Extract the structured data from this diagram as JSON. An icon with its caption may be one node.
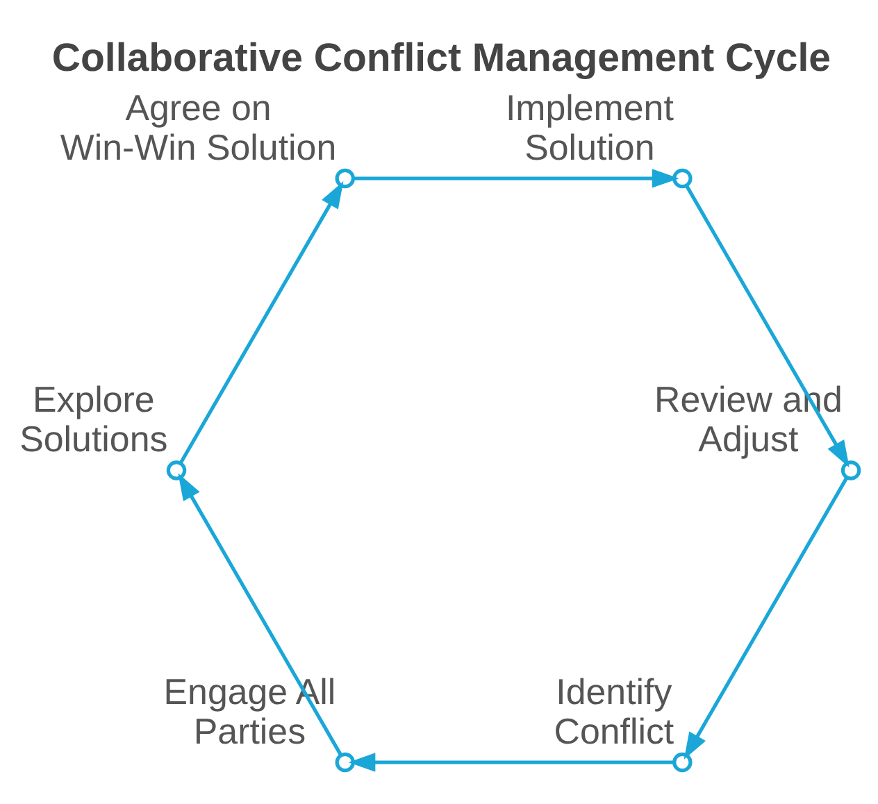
{
  "diagram": {
    "title": "Collaborative Conflict Management Cycle",
    "nodes": [
      {
        "text": [],
        "shape": "circle",
        "beside": [
          "Identify Conflict"
        ]
      },
      {
        "text": [],
        "shape": "circle",
        "beside": [
          "Engage All Parties"
        ]
      },
      {
        "text": [],
        "shape": "circle",
        "beside": [
          "Explore Solutions"
        ]
      },
      {
        "text": [],
        "shape": "circle",
        "beside": [
          "Agree on Win-Win Solution"
        ]
      },
      {
        "text": [],
        "shape": "circle",
        "beside": [
          "Implement Solution"
        ]
      },
      {
        "text": [],
        "shape": "circle",
        "beside": [
          "Review and Adjust"
        ]
      }
    ],
    "edges": [
      {
        "from": 0,
        "to": 1,
        "arrow": "to"
      },
      {
        "from": 1,
        "to": 2,
        "arrow": "to"
      },
      {
        "from": 2,
        "to": 3,
        "arrow": "to"
      },
      {
        "from": 3,
        "to": 4,
        "arrow": "to"
      },
      {
        "from": 4,
        "to": 5,
        "arrow": "to"
      },
      {
        "from": 5,
        "to": 0,
        "arrow": "to"
      }
    ]
  }
}
